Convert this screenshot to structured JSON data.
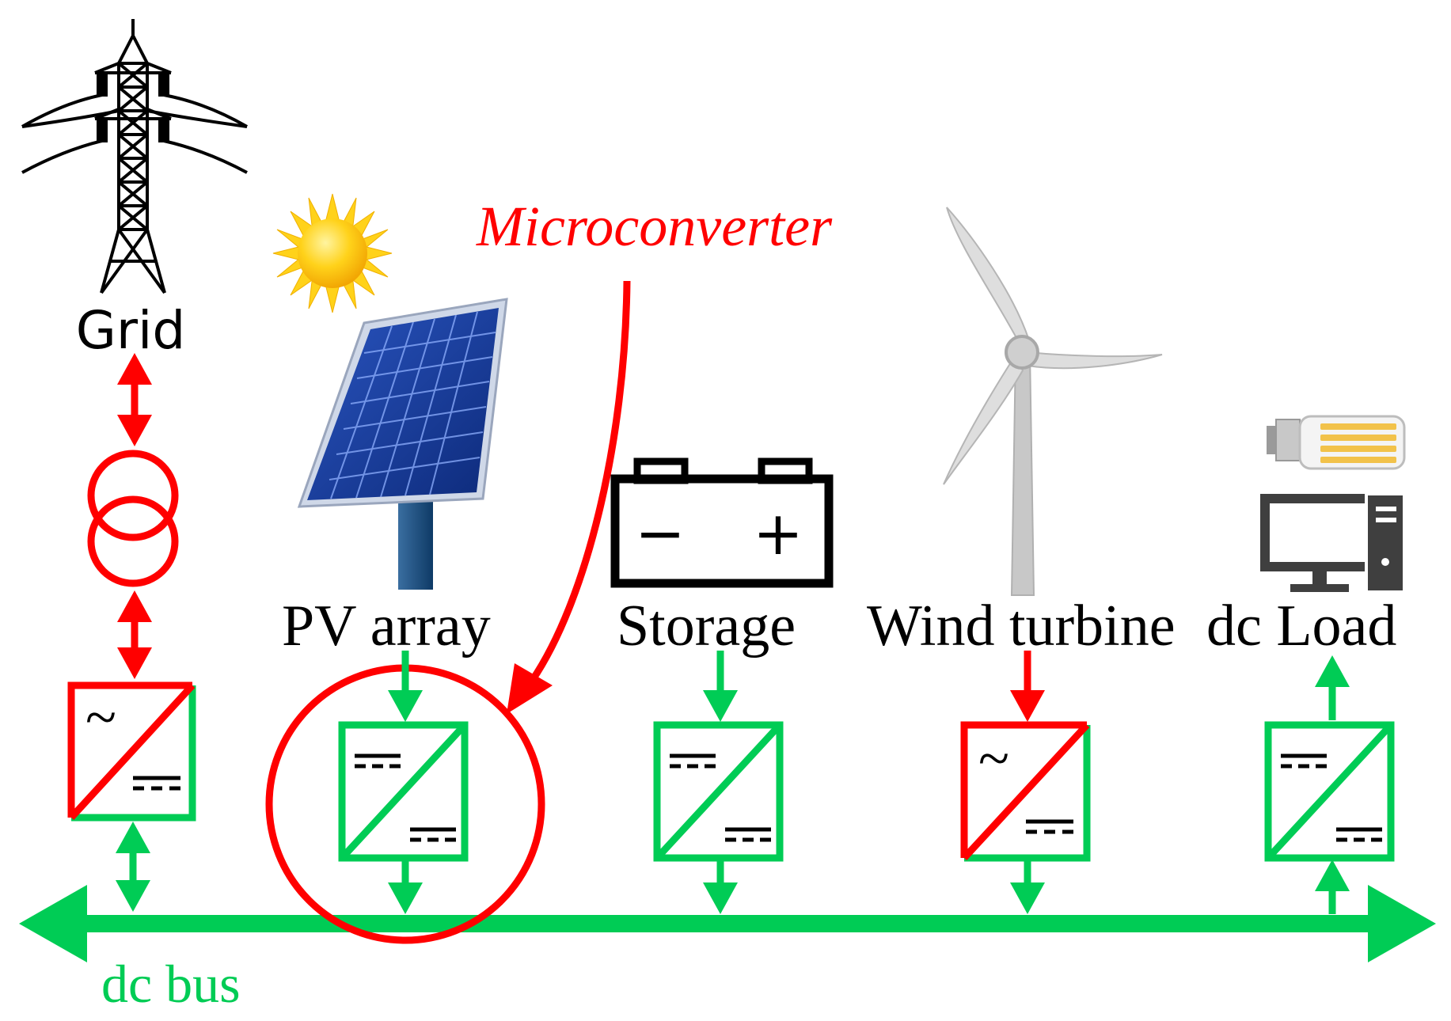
{
  "labels": {
    "grid": "Grid",
    "pv_array": "PV array",
    "storage": "Storage",
    "wind_turbine": "Wind turbine",
    "dc_load": "dc Load",
    "dc_bus": "dc bus",
    "microconverter": "Microconverter"
  },
  "symbols": {
    "ac": "~",
    "battery_minus": "−",
    "battery_plus": "+"
  },
  "colors": {
    "dc_green": "#00cc55",
    "ac_red": "#ff0000",
    "text_black": "#000000"
  },
  "icons": [
    "transmission-tower-icon",
    "sun-icon",
    "solar-panel-icon",
    "battery-icon",
    "wind-turbine-icon",
    "light-bulb-icon",
    "computer-icon",
    "transformer-icon",
    "converter-icon"
  ]
}
